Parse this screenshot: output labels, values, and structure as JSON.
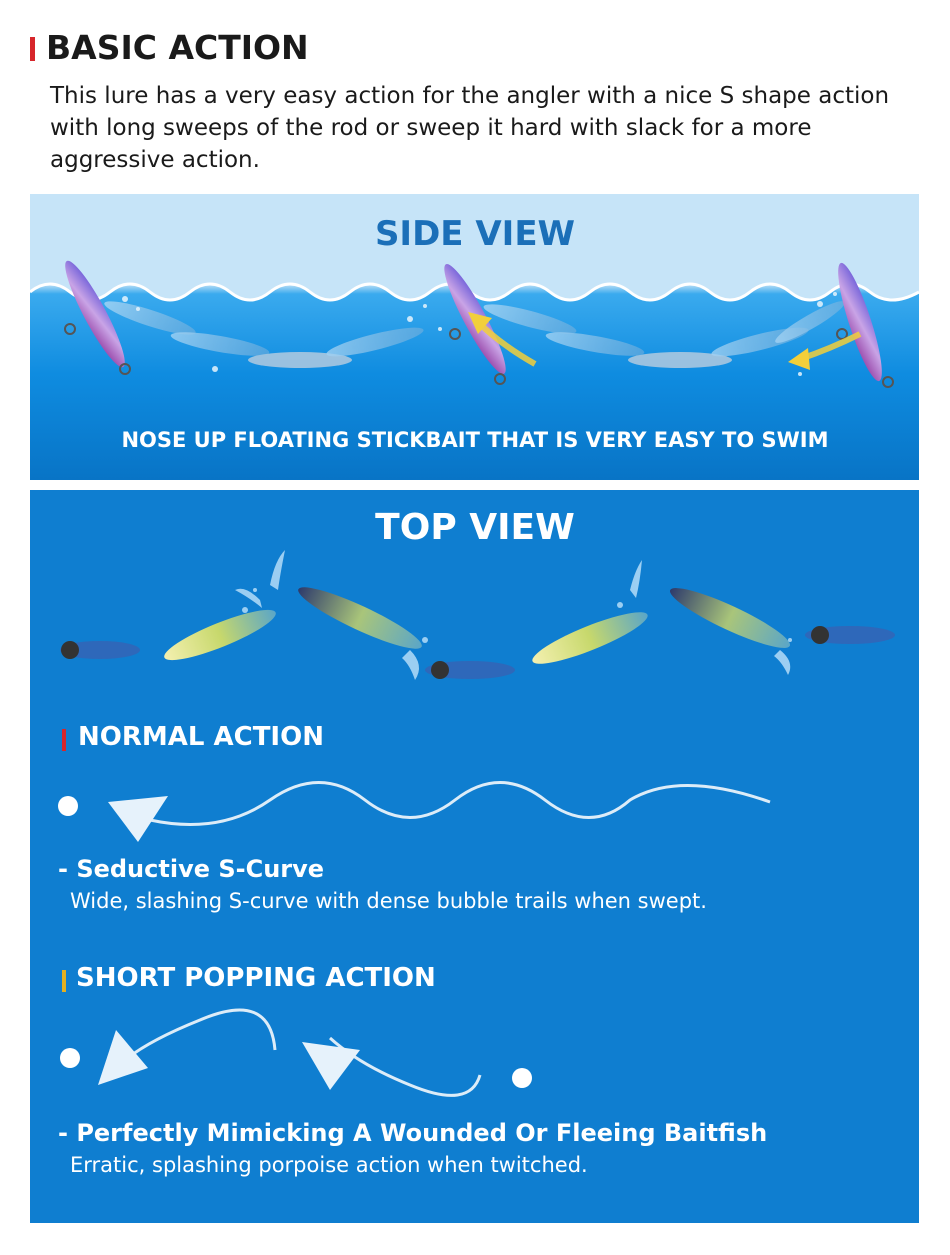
{
  "header": {
    "title": "BASIC ACTION",
    "description": "This lure has a very easy action for the angler with a nice S shape action with long sweeps of the rod or sweep it hard with slack for a more aggressive action."
  },
  "side_view": {
    "title": "SIDE VIEW",
    "caption": "NOSE UP FLOATING STICKBAIT THAT IS VERY EASY TO SWIM"
  },
  "top_view": {
    "title": "TOP VIEW"
  },
  "normal_action": {
    "title": "NORMAL ACTION",
    "subtitle": "- Seductive S-Curve",
    "description": "Wide, slashing S-curve with dense bubble trails when swept."
  },
  "popping_action": {
    "title": "SHORT POPPING ACTION",
    "subtitle": "- Perfectly Mimicking A Wounded Or Fleeing Baitfish",
    "description": "Erratic, splashing porpoise action when twitched."
  },
  "colors": {
    "accent_red": "#d7262b",
    "accent_yellow": "#e2b022",
    "panel_blue": "#0f7ed0",
    "title_blue": "#1b6fb8"
  }
}
